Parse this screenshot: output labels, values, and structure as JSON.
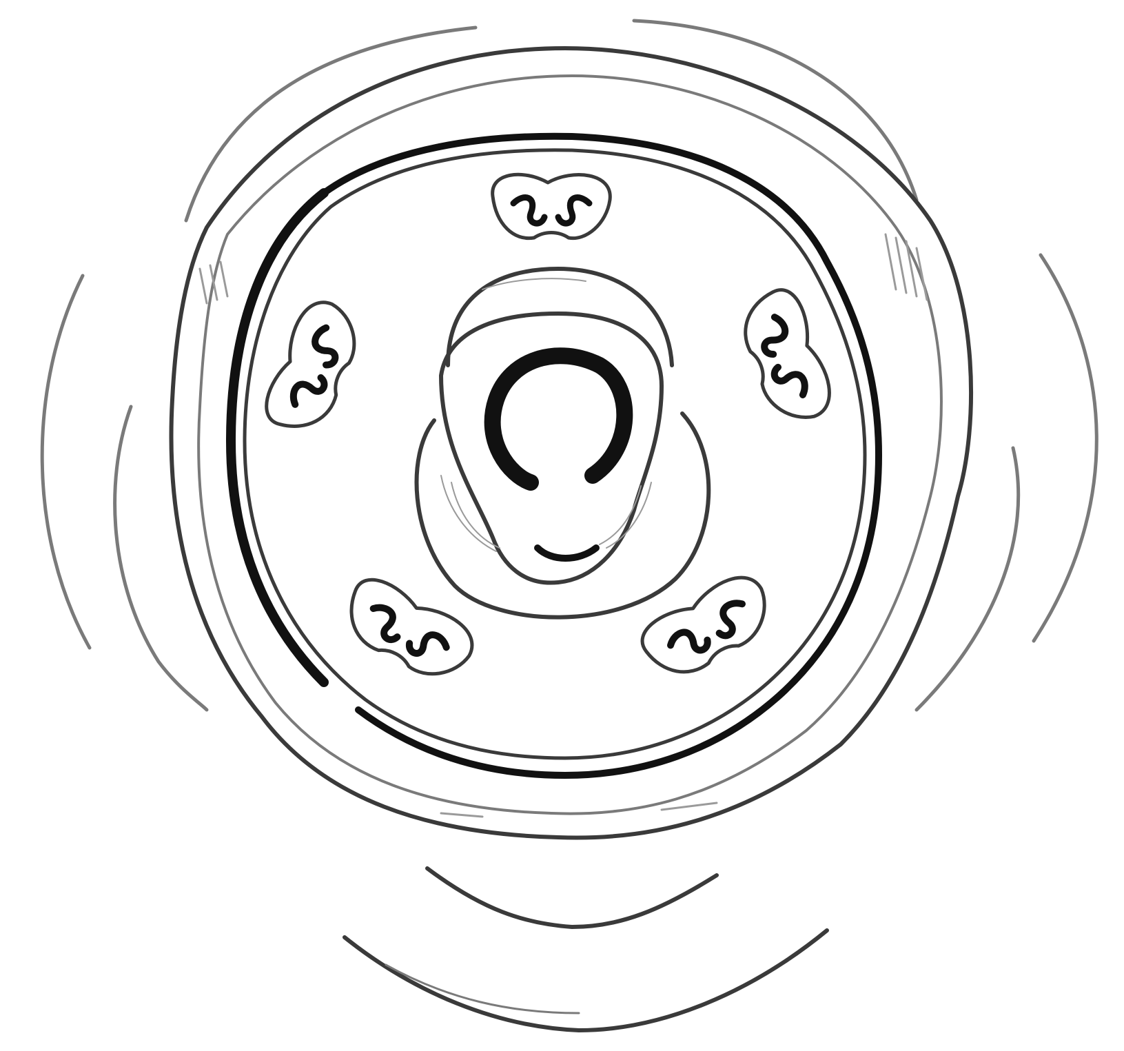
{
  "diagram": {
    "kind": "floral-diagram-line-drawing",
    "colors": {
      "ink_dark": "#111111",
      "ink_mid": "#3a3a3a",
      "ink_faint": "#7a7a7a",
      "background": "#ffffff"
    },
    "parts": {
      "outer_petal_arcs": 4,
      "petal_whorl_rings": 2,
      "bold_inner_ring": 1,
      "stamen_pairs": 5,
      "central_pistil": 1,
      "lower_bract_arcs": 2
    }
  }
}
